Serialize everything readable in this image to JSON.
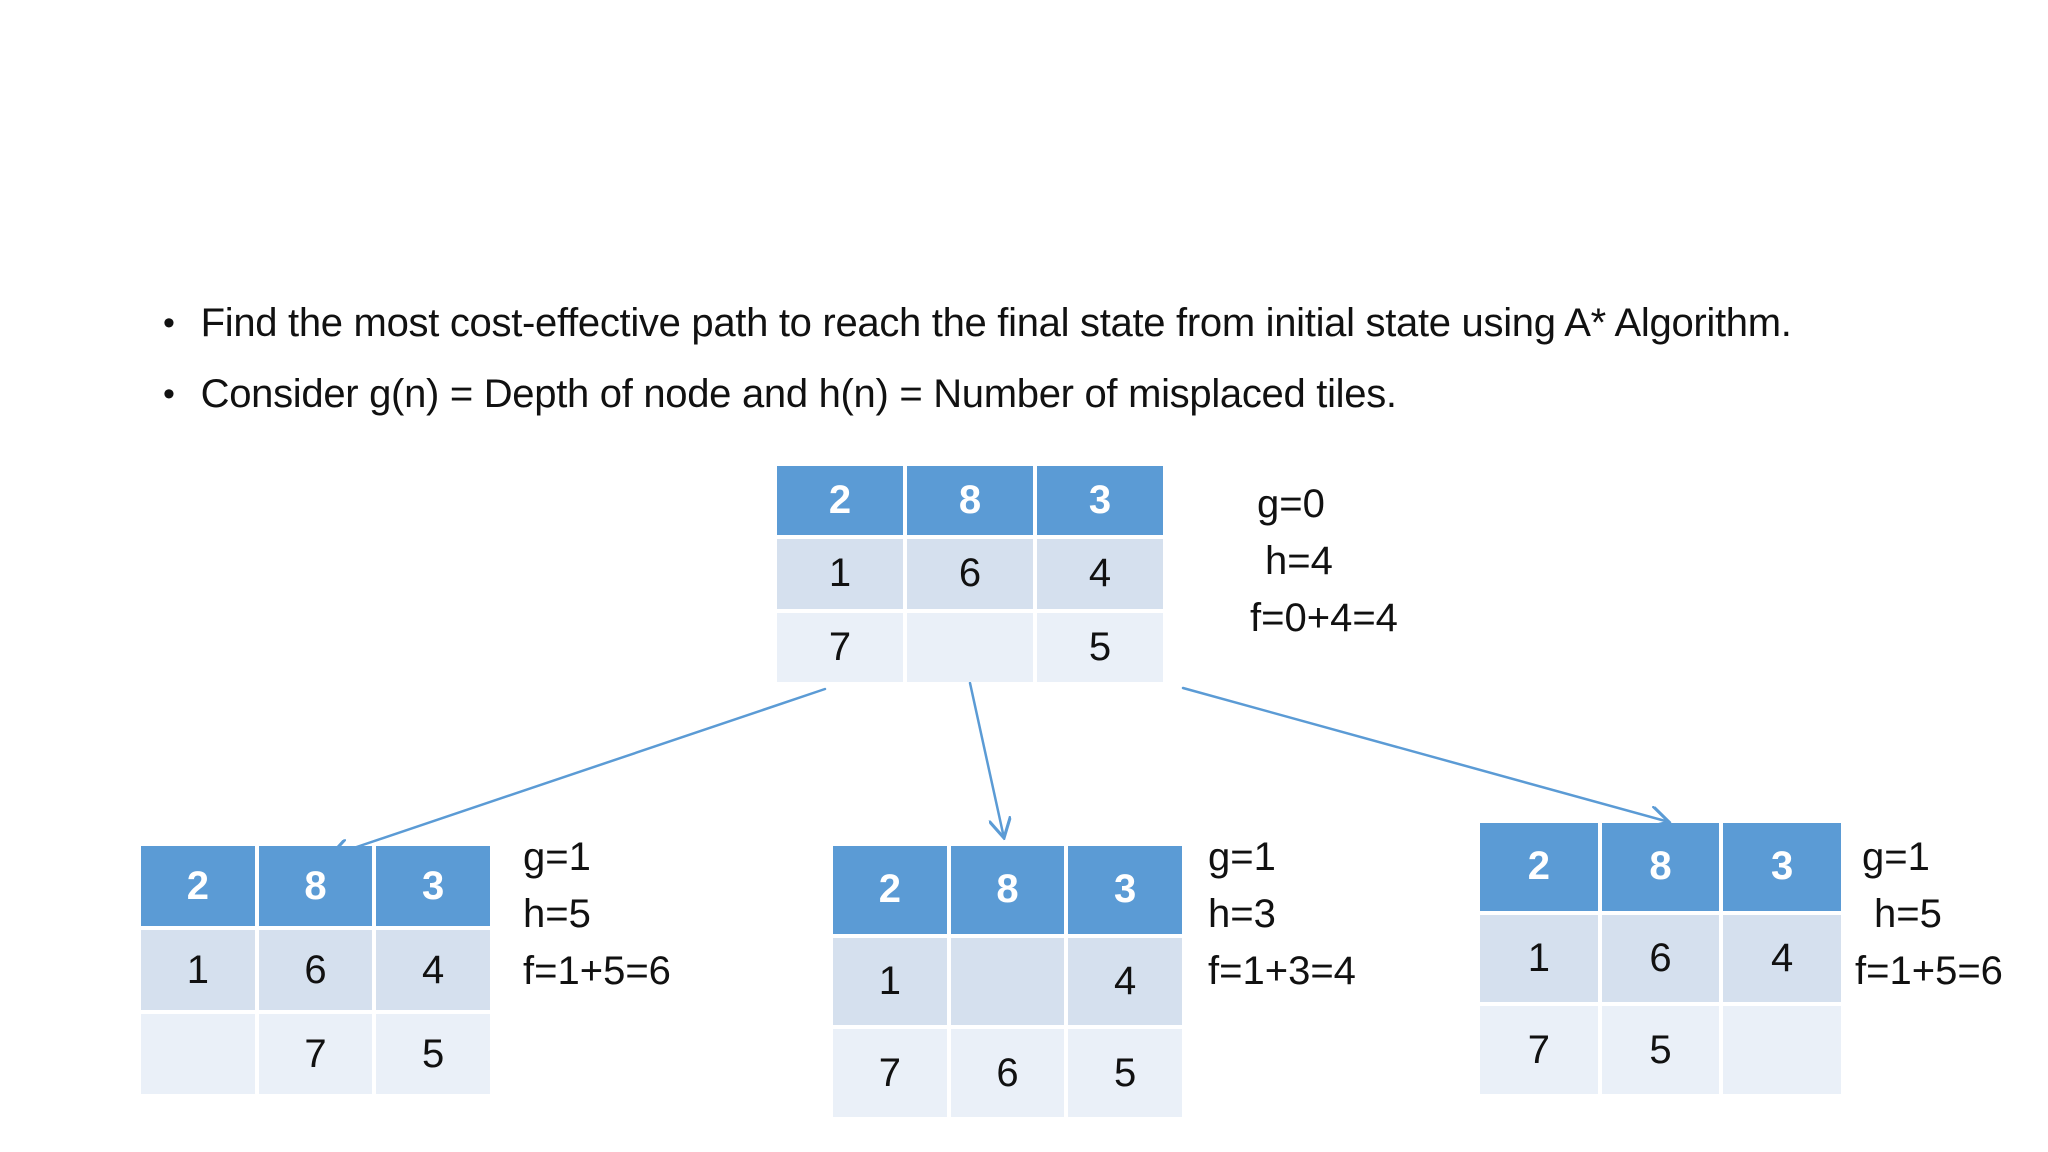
{
  "slide": {
    "bullets": [
      "Find the most cost-effective path to reach the final state from initial state using A* Algorithm.",
      "Consider g(n) = Depth of node and h(n) = Number of misplaced tiles."
    ]
  },
  "nodes": {
    "root": {
      "grid": [
        [
          "2",
          "8",
          "3"
        ],
        [
          "1",
          "6",
          "4"
        ],
        [
          "7",
          "",
          "5"
        ]
      ],
      "costs": [
        "g=0",
        "h=4",
        "f=0+4=4"
      ]
    },
    "left": {
      "grid": [
        [
          "2",
          "8",
          "3"
        ],
        [
          "1",
          "6",
          "4"
        ],
        [
          "",
          "7",
          "5"
        ]
      ],
      "costs": [
        "g=1",
        "h=5",
        "f=1+5=6"
      ]
    },
    "middle": {
      "grid": [
        [
          "2",
          "8",
          "3"
        ],
        [
          "1",
          "",
          "4"
        ],
        [
          "7",
          "6",
          "5"
        ]
      ],
      "costs": [
        "g=1",
        "h=3",
        "f=1+3=4"
      ]
    },
    "right": {
      "grid": [
        [
          "2",
          "8",
          "3"
        ],
        [
          "1",
          "6",
          "4"
        ],
        [
          "7",
          "5",
          ""
        ]
      ],
      "costs": [
        "g=1",
        "h=5",
        "f=1+5=6"
      ]
    }
  },
  "colors": {
    "background": "#ffffff",
    "header_fill": "#5b9bd5",
    "header_text": "#ffffff",
    "row_band_light": "#d5e0ee",
    "row_band_lighter": "#eaf0f8",
    "arrow": "#5b9bd5",
    "text": "#111111"
  }
}
